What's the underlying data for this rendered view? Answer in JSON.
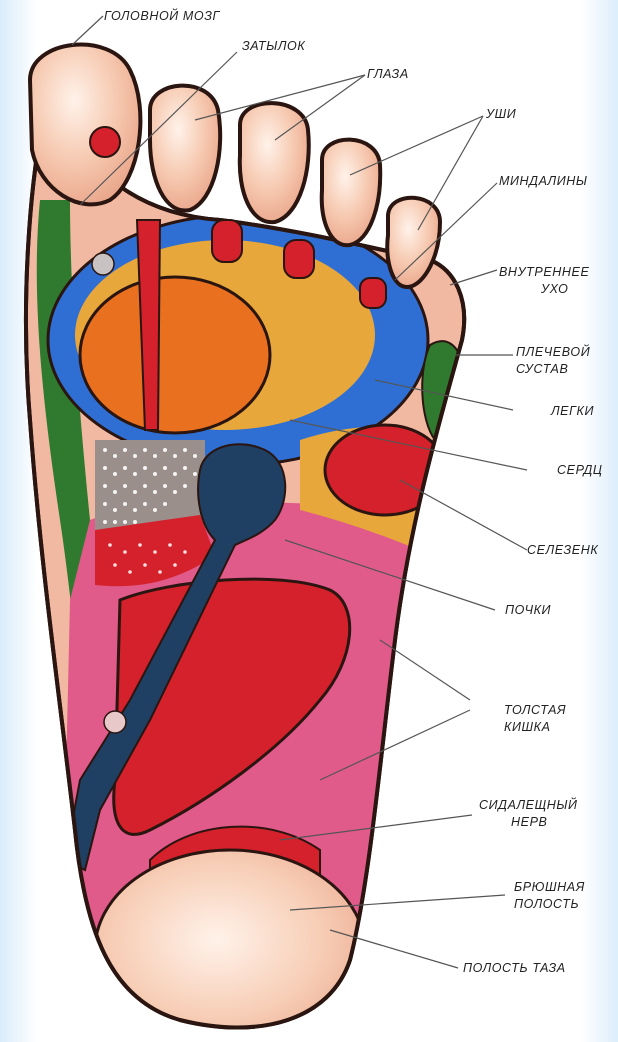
{
  "diagram": {
    "labels": {
      "brain": "ГОЛОВНОЙ МОЗГ",
      "occiput": "ЗАТЫЛОК",
      "eyes": "ГЛАЗА",
      "ears": "УШИ",
      "tonsils": "МИНДАЛИНЫ",
      "inner_ear_1": "ВНУТРЕННЕЕ",
      "inner_ear_2": "УХО",
      "shoulder_1": "ПЛЕЧЕВОЙ",
      "shoulder_2": "СУСТАВ",
      "lungs": "ЛЕГКИ",
      "heart": "СЕРДЦ",
      "spleen": "СЕЛЕЗЕНК",
      "kidneys": "ПОЧКИ",
      "colon_1": "ТОЛСТАЯ",
      "colon_2": "КИШКА",
      "sciatic_1": "СИДАЛЕЩНЫЙ",
      "sciatic_2": "НЕРВ",
      "abdomen_1": "БРЮШНАЯ",
      "abdomen_2": "ПОЛОСТЬ",
      "pelvis": "ПОЛОСТЬ ТАЗА"
    },
    "colors": {
      "outline": "#2a1510",
      "skin": "#f6c9b0",
      "green": "#2f7a2f",
      "blue": "#2f6fd3",
      "yellow": "#e8a73a",
      "orange": "#e8701f",
      "red": "#d4212b",
      "pink": "#e05a8a",
      "navy": "#1f3f63"
    }
  }
}
